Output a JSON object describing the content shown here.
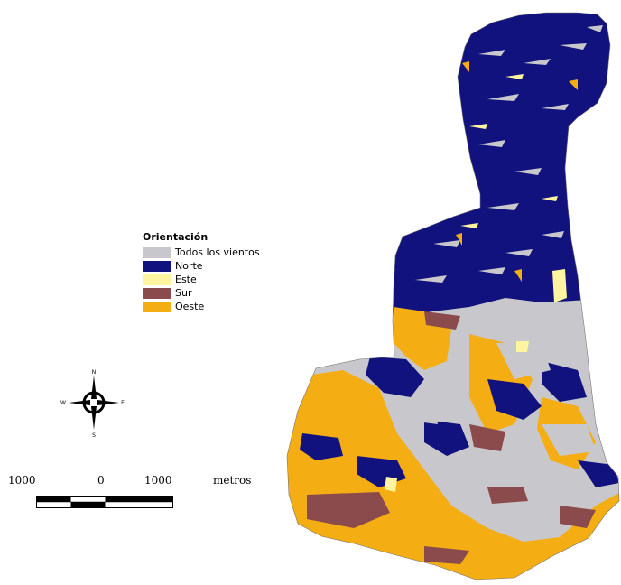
{
  "map": {
    "colors": {
      "background": "#ffffff",
      "todos": "#c8c8cc",
      "norte": "#12127e",
      "este": "#fff5a0",
      "sur": "#8b4a4c",
      "oeste": "#f4ad12"
    }
  },
  "legend": {
    "title": "Orientación",
    "items": [
      {
        "label": "Todos los vientos",
        "color": "#c8c8cc"
      },
      {
        "label": "Norte",
        "color": "#12127e"
      },
      {
        "label": "Este",
        "color": "#fff5a0"
      },
      {
        "label": "Sur",
        "color": "#8b4a4c"
      },
      {
        "label": "Oeste",
        "color": "#f4ad12"
      }
    ]
  },
  "compass": {
    "north": "N",
    "south": "S",
    "east": "E",
    "west": "W",
    "icon": "north-arrow-icon"
  },
  "scale": {
    "left_label": "1000",
    "center_label": "0",
    "right_label": "1000",
    "unit": "metros"
  }
}
